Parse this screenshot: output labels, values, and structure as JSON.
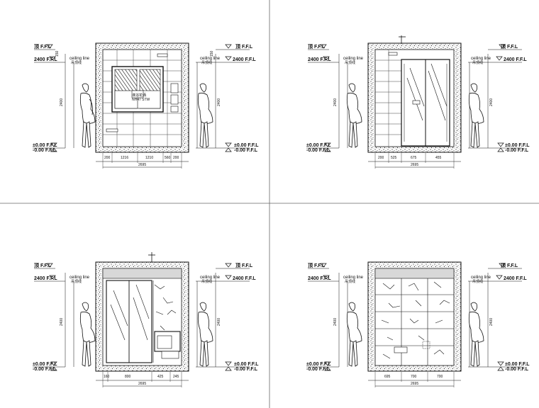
{
  "panels": [
    {
      "id": "elev-a",
      "dims": [
        "200",
        "1216",
        "1210",
        "560",
        "200"
      ],
      "total": "2695",
      "ceiling_label": "ceiling line",
      "ceiling_sub": "吊顶线",
      "top_level": "2400 F.F.L",
      "top_mark": "顶 F.F.L",
      "bottom_level": "±0.00 F.F.L",
      "bottom_level2": "-0.00 F.F.L",
      "height_dim": "2400",
      "fixture_label": "淋浴花洒",
      "fixture_label2": "NH47 STW"
    },
    {
      "id": "elev-b",
      "dims": [
        "200",
        "525",
        "675",
        "455"
      ],
      "total": "2695",
      "ceiling_label": "ceiling line",
      "ceiling_sub": "吊顶线",
      "top_level": "2400 F.F.L",
      "top_mark": "顶 F.F.L",
      "bottom_level": "±0.00 F.F.L",
      "bottom_level2": "-0.00 F.F.L",
      "height_dim": "2400"
    },
    {
      "id": "elev-c",
      "dims": [
        "160",
        "800",
        "425",
        "245"
      ],
      "total": "2695",
      "ceiling_label": "ceiling line",
      "ceiling_sub": "吊顶线",
      "top_level": "2400 F.F.L",
      "top_mark": "顶 F.F.L",
      "bottom_level": "±0.00 F.F.L",
      "bottom_level2": "-0.00 F.F.L",
      "height_dim": "2400"
    },
    {
      "id": "elev-d",
      "dims": [
        "695",
        "700",
        "700"
      ],
      "total": "2695",
      "ceiling_label": "ceiling line",
      "ceiling_sub": "吊顶线",
      "top_level": "2400 F.F.L",
      "top_mark": "顶 F.F.L",
      "bottom_level": "±0.00 F.F.L",
      "bottom_level2": "-0.00 F.F.L",
      "height_dim": "2400"
    }
  ]
}
